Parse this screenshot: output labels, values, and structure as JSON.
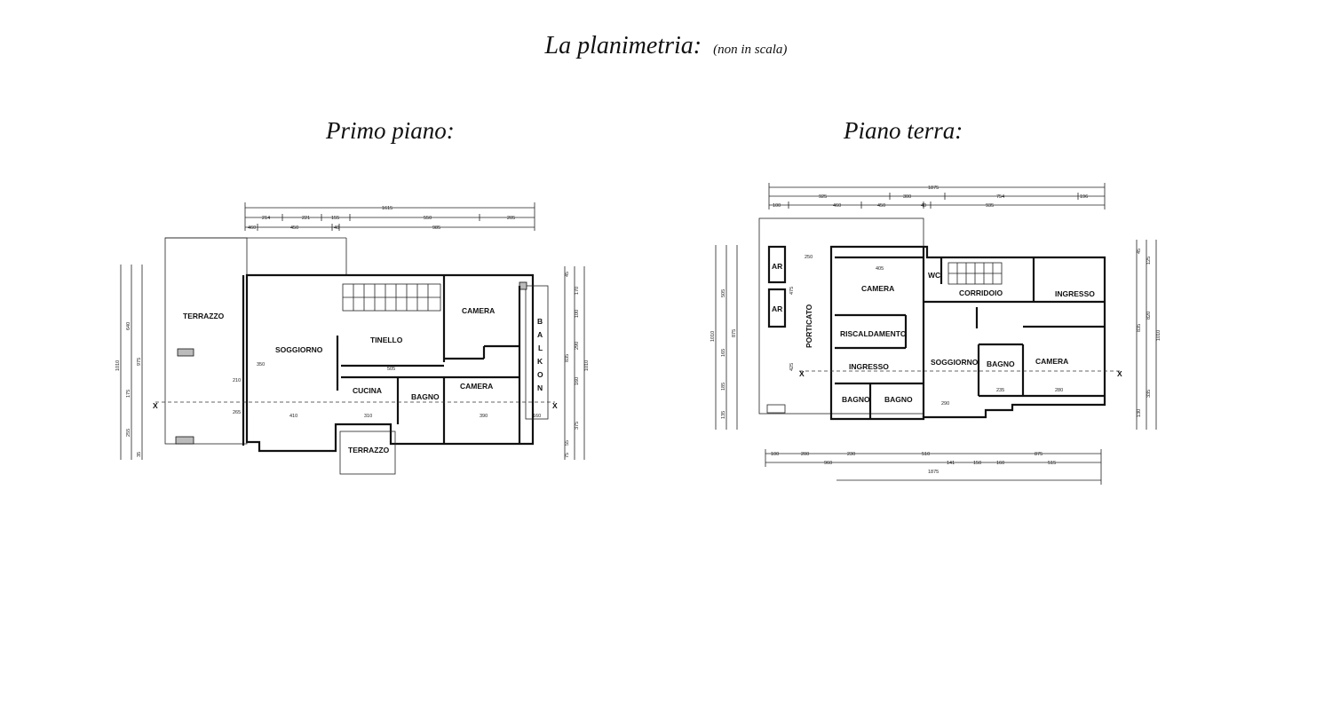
{
  "header": {
    "title": "La planimetria:",
    "subtitle": "(non in scala)"
  },
  "first_floor": {
    "title": "Primo piano:",
    "rooms": [
      "TERRAZZO",
      "SOGGIORNO",
      "TINELLO",
      "CAMERA",
      "CUCINA",
      "BAGNO",
      "CAMERA",
      "TERRAZZO"
    ],
    "balcony_letters": [
      "B",
      "A",
      "L",
      "K",
      "O",
      "N"
    ],
    "top_dims_1": [
      "1615"
    ],
    "top_dims_2": [
      "214",
      "221",
      "155",
      "550",
      "205"
    ],
    "top_dims_3": [
      "460",
      "450",
      "40",
      "985"
    ],
    "left_dims": [
      "640",
      "975",
      "1010",
      "175",
      "255",
      "35"
    ],
    "right_dims": [
      "45",
      "170",
      "100",
      "290",
      "835",
      "1010",
      "160",
      "375",
      "55",
      "75"
    ],
    "inner_dims": [
      "350",
      "505",
      "210",
      "265",
      "410",
      "310",
      "390",
      "160"
    ]
  },
  "ground_floor": {
    "title": "Piano terra:",
    "rooms": [
      "AR",
      "AR",
      "PORTICATO",
      "CAMERA",
      "WC",
      "CORRIDOIO",
      "INGRESSO",
      "RISCALDAMENTO",
      "INGRESSO",
      "SOGGIORNO",
      "BAGNO",
      "CAMERA",
      "BAGNO",
      "BAGNO"
    ],
    "top_dims_1": [
      "1875"
    ],
    "top_dims_2": [
      "925",
      "300",
      "754",
      "196"
    ],
    "top_dims_3": [
      "100",
      "460",
      "450",
      "40",
      "935"
    ],
    "left_dims": [
      "505",
      "875",
      "1010",
      "165",
      "185",
      "135"
    ],
    "right_dims": [
      "45",
      "125",
      "820",
      "835",
      "1010",
      "335",
      "130"
    ],
    "bottom_dims_1": [
      "100",
      "200",
      "230",
      "510",
      "875"
    ],
    "bottom_dims_2": [
      "960",
      "141",
      "150",
      "160",
      "515"
    ],
    "bottom_dims_3": [
      "1875"
    ],
    "inner_dims": [
      "250",
      "475",
      "405",
      "425",
      "290",
      "235",
      "280"
    ]
  }
}
